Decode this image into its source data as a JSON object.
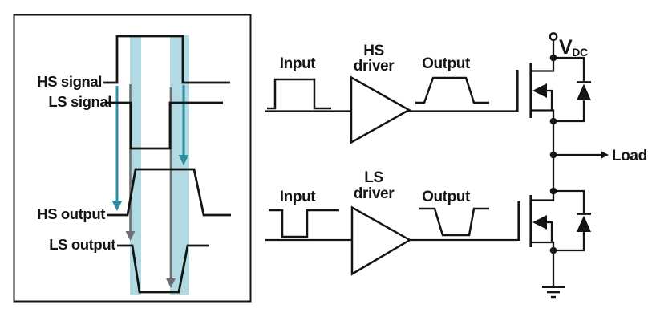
{
  "figure": {
    "timing_panel": {
      "hs_signal_label": "HS signal",
      "ls_signal_label": "LS signal",
      "hs_output_label": "HS output",
      "ls_output_label": "LS output"
    },
    "circuit_panel": {
      "hs_input_label": "Input",
      "hs_driver_label_line1": "HS",
      "hs_driver_label_line2": "driver",
      "hs_output_label": "Output",
      "ls_input_label": "Input",
      "ls_driver_label_line1": "LS",
      "ls_driver_label_line2": "driver",
      "ls_output_label": "Output",
      "supply_label_main": "V",
      "supply_label_sub": "DC",
      "load_label": "Load"
    }
  },
  "colors": {
    "line": "#141414",
    "deadtime_band": "#b2dae2",
    "teal_arrow": "#2e8da1",
    "gray_arrow": "#6d6e71"
  }
}
